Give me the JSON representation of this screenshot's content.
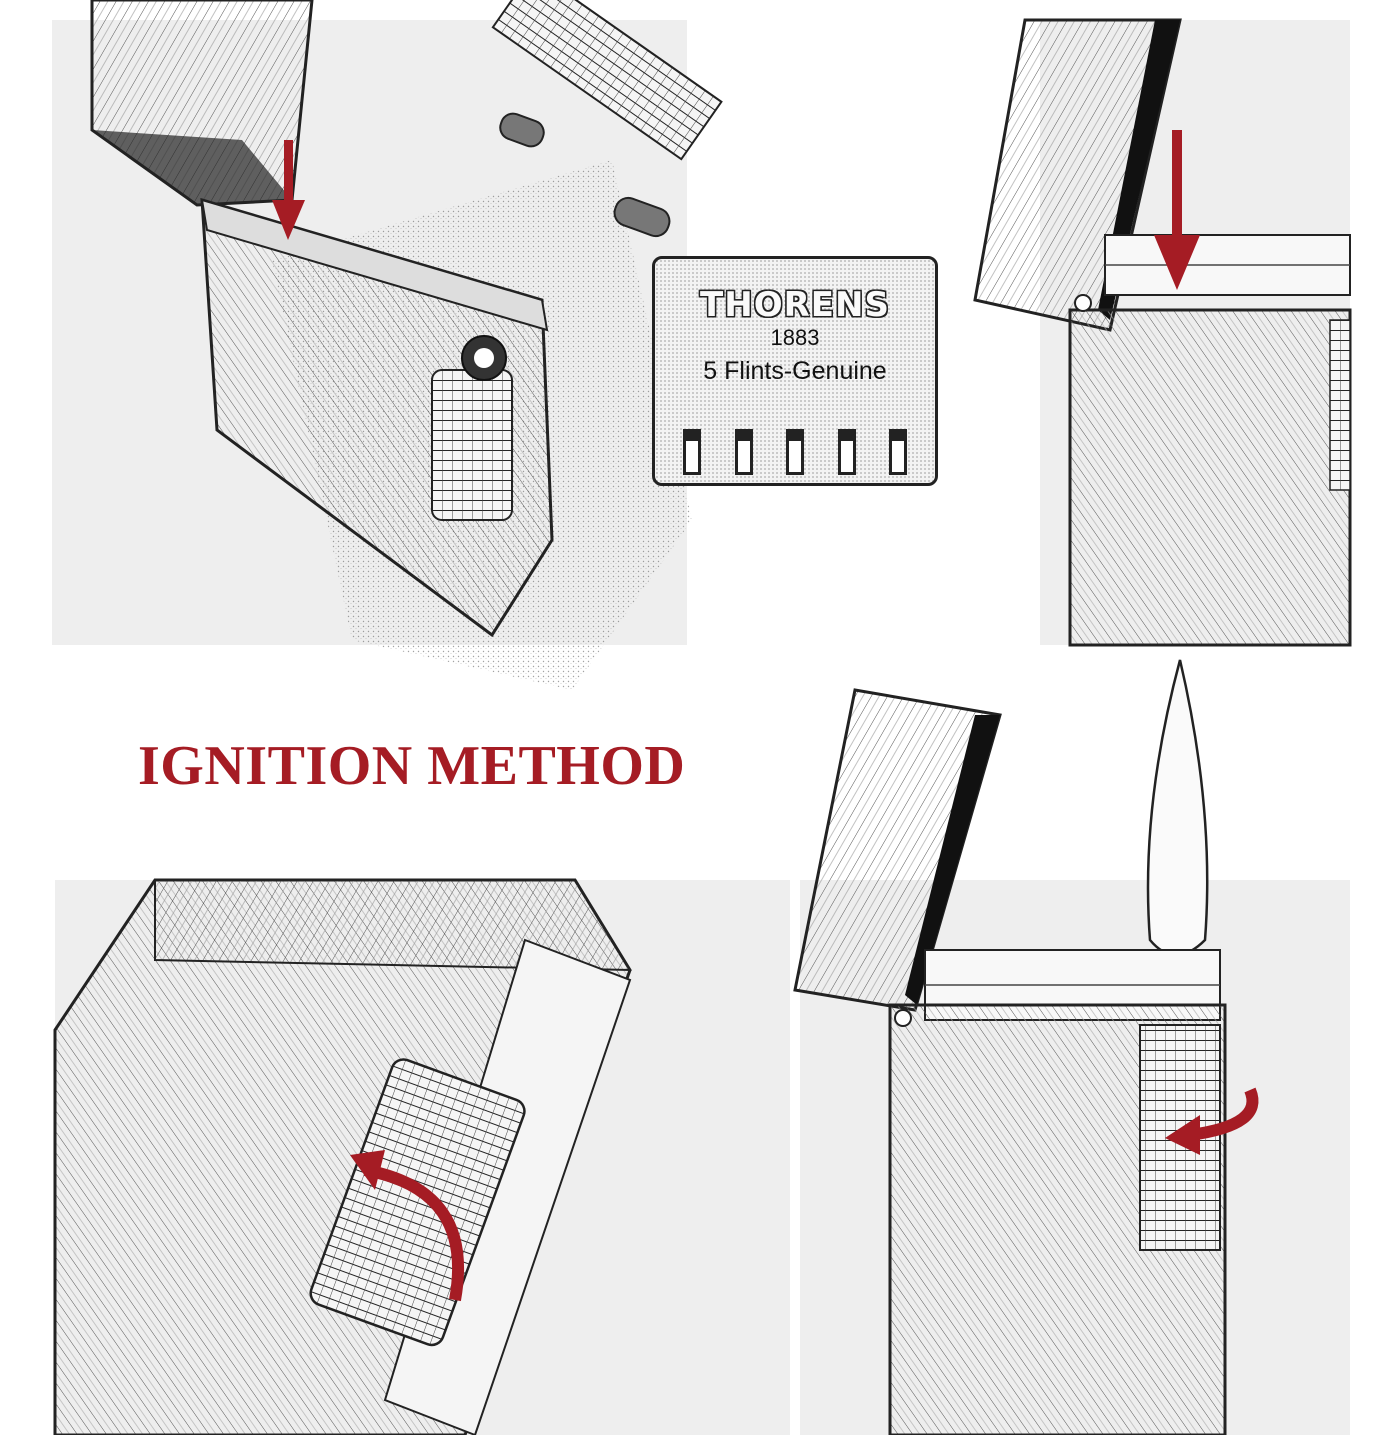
{
  "heading": {
    "text": "IGNITION METHOD",
    "color": "#a51c24"
  },
  "flint_package": {
    "brand": "THORENS",
    "year": "1883",
    "caption": "5 Flints-Genuine",
    "slot_count": 5
  },
  "colors": {
    "panel_background": "#eeeeee",
    "arrow": "#a51c24",
    "ink": "#1a1a1a"
  },
  "illustrations": [
    "lighter-open-flint-insert",
    "lighter-lid-open-press",
    "lighter-wheel-closeup",
    "lighter-lit-flame"
  ]
}
